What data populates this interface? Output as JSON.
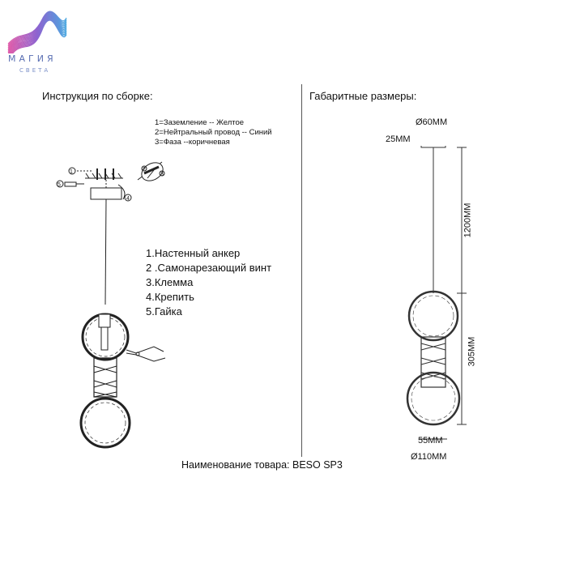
{
  "brand": {
    "name": "МАГИЯ",
    "subtitle": "СВЕТА",
    "colors": [
      "#e05aa8",
      "#8d63d0",
      "#4aa8e0"
    ]
  },
  "left_section": {
    "heading": "Инструкция по сборке:",
    "wiring": [
      "1=Заземление -- Желтое",
      "2=Нейтральный провод -- Синий",
      "3=Фаза --коричневая"
    ],
    "callouts": [
      "1",
      "2",
      "3",
      "4",
      "5"
    ],
    "parts_list": [
      "1.Настенный анкер",
      "2 .Самонарезающий винт",
      "3.Клемма",
      "4.Крепить",
      "5.Гайка"
    ]
  },
  "right_section": {
    "heading": "Габаритные размеры:",
    "dimensions": {
      "canopy_diameter": "Ø60MM",
      "canopy_height": "25MM",
      "cable_length": "1200MM",
      "body_height": "305MM",
      "middle_width": "55MM",
      "ring_diameter": "Ø110MM"
    }
  },
  "footer": {
    "label": "Наименование товара:",
    "product": "BESO SP3"
  }
}
